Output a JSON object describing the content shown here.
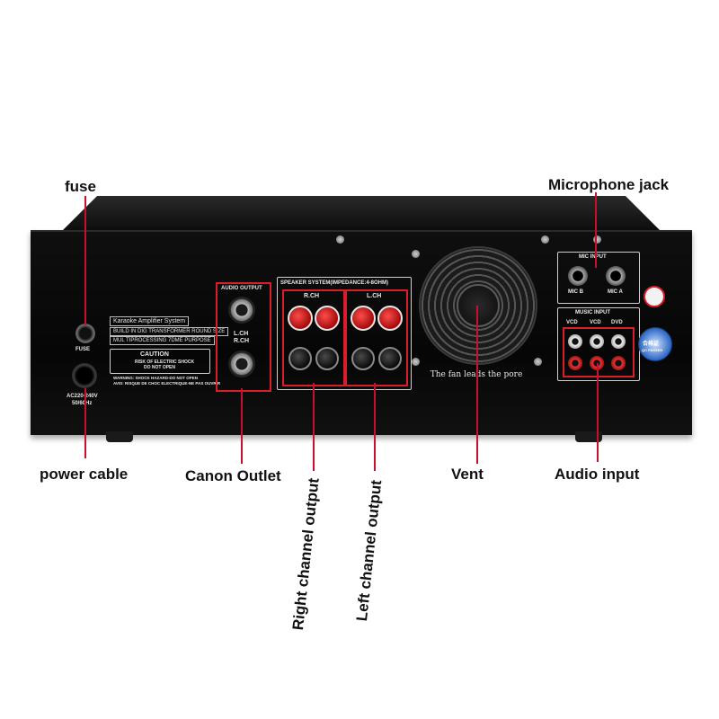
{
  "callouts": {
    "fuse": "fuse",
    "microphone_jack": "Microphone jack",
    "power_cable": "power cable",
    "canon_outlet": "Canon Outlet",
    "right_channel_output": "Right channel output",
    "left_channel_output": "Left channel output",
    "vent": "Vent",
    "audio_input": "Audio input"
  },
  "panel": {
    "fuse_label": "FUSE",
    "power_label_1": "AC220-240V",
    "power_label_2": "50/60Hz",
    "system_title": "Karaoke Amplifier System",
    "system_line1": "BUILD IN DIG TRANSFORMER ROUND SIZE",
    "system_line2": "MUL TIPROCESSING 7DME PURPOSE",
    "caution_title": "CAUTION",
    "caution_line1": "RISK OF ELECTRIC SHOCK",
    "caution_line2": "DO NOT OPEN",
    "warning_line1": "WARNING: SHOCK HAZARD-DO NOT OPEN",
    "warning_line2": "AVIS: RISQUE DE CHOC ELECTRIQUE-NE PAS OUVRIR",
    "audio_output_title": "AUDIO OUTPUT",
    "speakon_lch": "L.CH",
    "speakon_rch": "R.CH",
    "speaker_system_title": "SPEAKER SYSTEM(IMPEDANCE:4-8OHM)",
    "rch_label": "R.CH",
    "lch_label": "L.CH",
    "fan_caption": "The fan leads the pore",
    "mic_input_title": "MIC INPUT",
    "mic_b": "MIC B",
    "mic_a": "MIC A",
    "music_input_title": "MUSIC INPUT",
    "vcd_1": "VCD",
    "vcd_2": "VCD",
    "dvd": "DVD",
    "badge_text": "合格证",
    "badge_sub": "QC PASSED"
  },
  "colors": {
    "callout_line": "#c8102e",
    "chassis": "#0a0a0a",
    "terminal_red": "#d81e2a"
  }
}
